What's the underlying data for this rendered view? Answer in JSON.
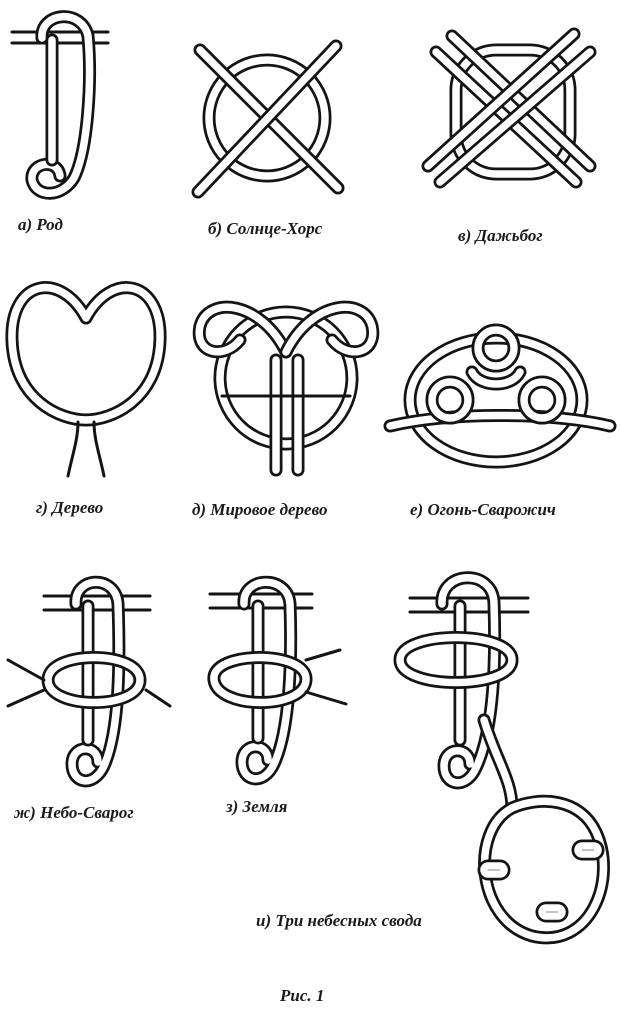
{
  "captions": {
    "a": "а) Род",
    "b": "б) Солнце-Хорс",
    "v": "в) Дажьбог",
    "g": "г) Дерево",
    "d": "д) Мировое дерево",
    "e": "е) Огонь-Сварожич",
    "zh": "ж) Небо-Сварог",
    "z": "з) Земля",
    "i": "и) Три небесных свода"
  },
  "figure_label": "Рис. 1"
}
